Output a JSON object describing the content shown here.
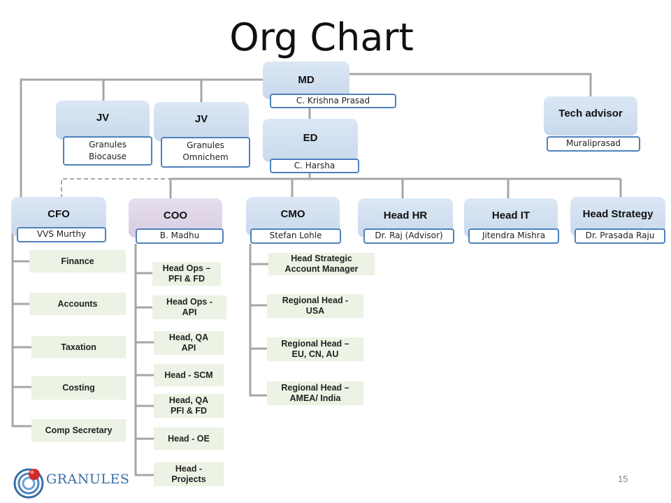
{
  "title": "Org Chart",
  "page_number": "15",
  "logo_text": "GRANULES",
  "colors": {
    "accent_blue": "#4f81bd",
    "box_blue": "#c9d9ec",
    "box_purple": "#d8cde2",
    "sub_green": "#ecf2e4",
    "connector": "#a6a6a6"
  },
  "md": {
    "role": "MD",
    "name": "C. Krishna Prasad"
  },
  "ed": {
    "role": "ED",
    "name": "C. Harsha"
  },
  "jv1": {
    "role": "JV",
    "name": "Granules\nBiocause"
  },
  "jv2": {
    "role": "JV",
    "name": "Granules\nOmnichem"
  },
  "tech": {
    "role": "Tech advisor",
    "name": "Muraliprasad"
  },
  "cfo": {
    "role": "CFO",
    "name": "VVS Murthy",
    "subs": [
      "Finance",
      "Accounts",
      "Taxation",
      "Costing",
      "Comp Secretary"
    ]
  },
  "coo": {
    "role": "COO",
    "name": "B. Madhu",
    "subs": [
      "Head Ops –\nPFI & FD",
      "Head Ops -\nAPI",
      "Head, QA\nAPI",
      "Head - SCM",
      "Head, QA\nPFI & FD",
      "Head - OE",
      "Head -\nProjects"
    ]
  },
  "cmo": {
    "role": "CMO",
    "name": "Stefan Lohle",
    "subs": [
      "Head Strategic\nAccount Manager",
      "Regional Head  -\nUSA",
      "Regional Head –\nEU, CN, AU",
      "Regional Head –\nAMEA/ India"
    ]
  },
  "hr": {
    "role": "Head HR",
    "name": "Dr. Raj (Advisor)"
  },
  "it": {
    "role": "Head IT",
    "name": "Jitendra Mishra"
  },
  "strategy": {
    "role": "Head Strategy",
    "name": "Dr. Prasada Raju"
  }
}
